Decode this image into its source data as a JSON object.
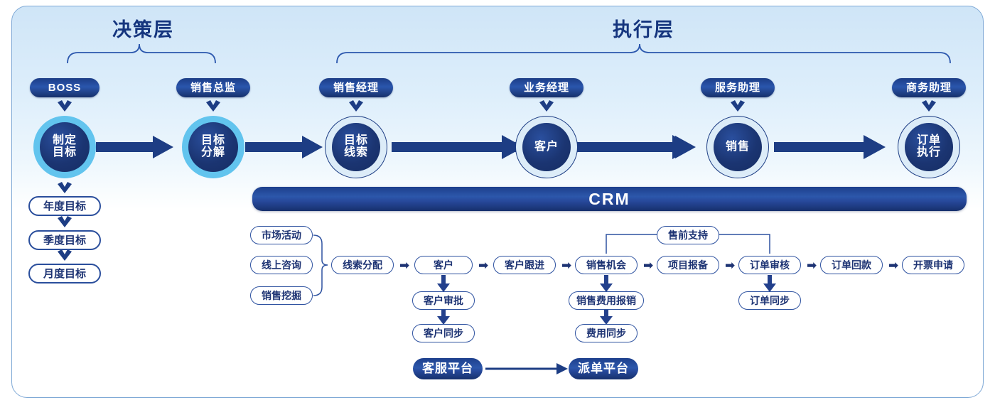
{
  "diagram": {
    "title_decision": "决策层",
    "title_execution": "执行层",
    "crm_label": "CRM"
  },
  "roles": [
    {
      "label": "BOSS",
      "name": "role-boss"
    },
    {
      "label": "销售总监",
      "name": "role-sales-director"
    },
    {
      "label": "销售经理",
      "name": "role-sales-manager"
    },
    {
      "label": "业务经理",
      "name": "role-business-manager"
    },
    {
      "label": "服务助理",
      "name": "role-service-assistant"
    },
    {
      "label": "商务助理",
      "name": "role-commerce-assistant"
    }
  ],
  "stages": [
    {
      "lines": [
        "制定",
        "目标"
      ],
      "name": "stage-set-goal",
      "ring": "cyan"
    },
    {
      "lines": [
        "目标",
        "分解"
      ],
      "name": "stage-decompose-goal",
      "ring": "cyan"
    },
    {
      "lines": [
        "目标",
        "线索"
      ],
      "name": "stage-goal-lead",
      "ring": "pale"
    },
    {
      "lines": [
        "客户"
      ],
      "name": "stage-customer",
      "ring": "pale"
    },
    {
      "lines": [
        "销售"
      ],
      "name": "stage-sales",
      "ring": "pale"
    },
    {
      "lines": [
        "订单",
        "执行"
      ],
      "name": "stage-order-exec",
      "ring": "pale"
    }
  ],
  "goal_chain": [
    {
      "label": "年度目标",
      "name": "goal-annual"
    },
    {
      "label": "季度目标",
      "name": "goal-quarterly"
    },
    {
      "label": "月度目标",
      "name": "goal-monthly"
    }
  ],
  "lead_sources": [
    {
      "label": "市场活动",
      "name": "source-market-campaign"
    },
    {
      "label": "线上咨询",
      "name": "source-online-inquiry"
    },
    {
      "label": "销售挖掘",
      "name": "source-sales-prospecting"
    }
  ],
  "main_flow": [
    {
      "label": "线索分配",
      "name": "flow-lead-assignment"
    },
    {
      "label": "客户",
      "name": "flow-customer"
    },
    {
      "label": "客户跟进",
      "name": "flow-customer-followup"
    },
    {
      "label": "销售机会",
      "name": "flow-sales-opportunity"
    },
    {
      "label": "项目报备",
      "name": "flow-project-registration"
    },
    {
      "label": "订单审核",
      "name": "flow-order-review"
    },
    {
      "label": "订单回款",
      "name": "flow-order-payment"
    },
    {
      "label": "开票申请",
      "name": "flow-invoice-request"
    }
  ],
  "branches": {
    "customer": [
      {
        "label": "客户审批",
        "name": "branch-customer-approval"
      },
      {
        "label": "客户同步",
        "name": "branch-customer-sync"
      }
    ],
    "opportunity": [
      {
        "label": "销售费用报销",
        "name": "branch-sales-expense-claim"
      },
      {
        "label": "费用同步",
        "name": "branch-expense-sync"
      }
    ],
    "order": [
      {
        "label": "订单同步",
        "name": "branch-order-sync"
      }
    ]
  },
  "presales": {
    "label": "售前支持",
    "name": "presales-support"
  },
  "platforms": [
    {
      "label": "客服平台",
      "name": "platform-customer-service"
    },
    {
      "label": "派单平台",
      "name": "platform-dispatch"
    }
  ],
  "arrow_glyph": "➡",
  "colors": {
    "navy": "#1d3373",
    "brand_blue": "#2a56ad",
    "cyan_ring": "#62c4ee",
    "pale_ring": "#dcecf8",
    "panel_border": "#7fa9d6"
  }
}
